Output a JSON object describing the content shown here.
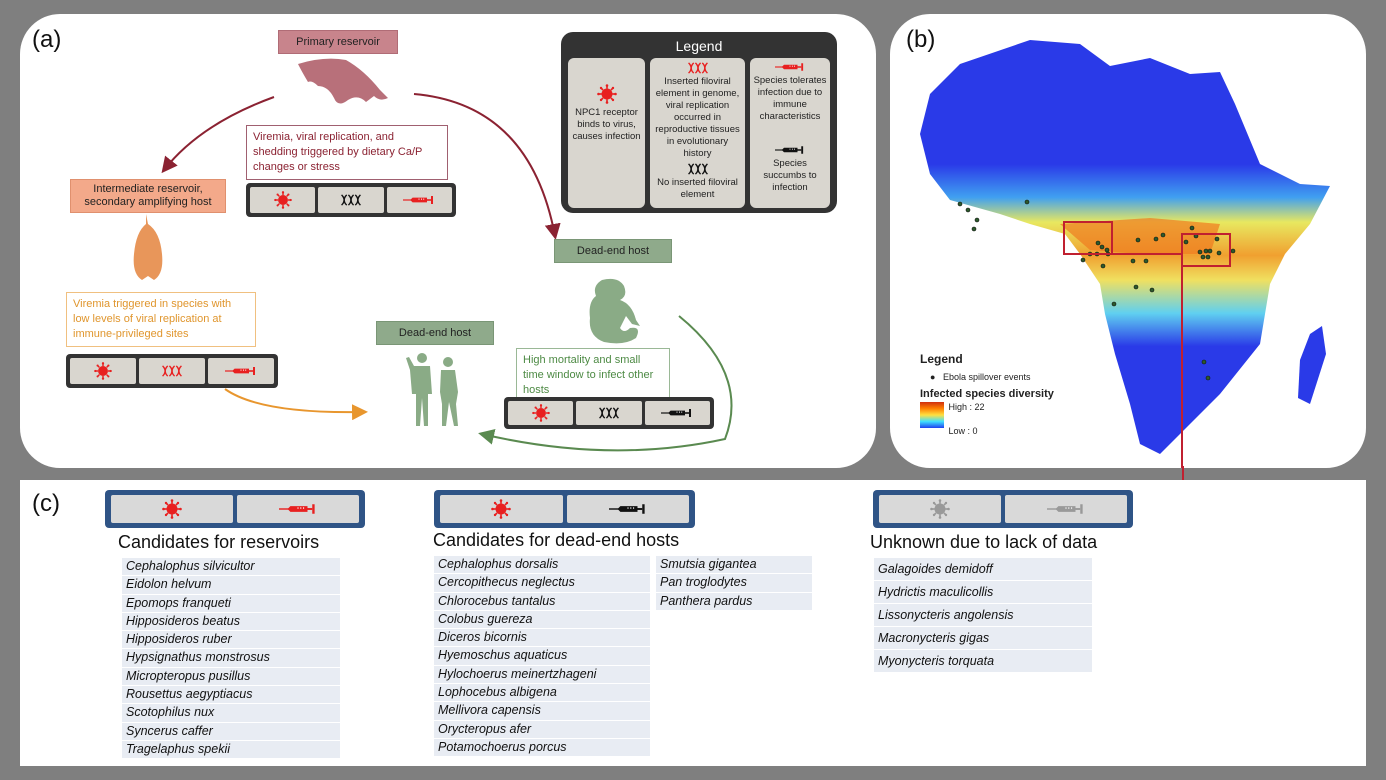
{
  "panel_a": {
    "label": "(a)",
    "primary_reservoir": {
      "caption": "Primary reservoir",
      "note": "Viremia, viral replication, and shedding triggered by dietary Ca/P changes or stress",
      "icons": [
        "virus-icon-red",
        "dna-icon-black",
        "syringe-icon-red"
      ]
    },
    "intermediate_reservoir": {
      "caption": "Intermediate reservoir, secondary amplifying host",
      "note": "Viremia triggered in species with low levels of viral replication at immune-privileged sites",
      "icons": [
        "virus-icon-red",
        "dna-icon-red",
        "syringe-icon-red"
      ]
    },
    "dead_end_primate": {
      "caption": "Dead-end host",
      "note": "High mortality and small time window to infect other hosts",
      "icons": [
        "virus-icon-red",
        "dna-icon-black",
        "syringe-icon-black"
      ]
    },
    "dead_end_human": {
      "caption": "Dead-end host"
    },
    "legend": {
      "title": "Legend",
      "col1": "NPC1 receptor binds to virus, causes infection",
      "col2a": "Inserted filoviral element  in genome, viral replication occurred in reproductive tissues in evolutionary history",
      "col2b": "No inserted filoviral element",
      "col3a": "Species tolerates infection due to immune characteristics",
      "col3b": "Species succumbs to infection"
    },
    "colors": {
      "red": "#8b2232",
      "orange": "#e8962e",
      "green": "#5a8a50",
      "icon_red": "#e82020"
    }
  },
  "panel_b": {
    "label": "(b)",
    "legend_title": "Legend",
    "points_label": "Ebola spillover events",
    "scale_title": "Infected species diversity",
    "scale_high": "High : 22",
    "scale_low": "Low : 0"
  },
  "panel_c": {
    "label": "(c)",
    "groups": [
      {
        "title": "Candidates for reservoirs",
        "icons": [
          "virus-icon-red",
          "syringe-icon-red"
        ],
        "species": [
          "Cephalophus silvicultor",
          "Eidolon helvum",
          "Epomops franqueti",
          "Hipposideros beatus",
          "Hipposideros ruber",
          "Hypsignathus monstrosus",
          "Micropteropus pusillus",
          "Rousettus aegyptiacus",
          "Scotophilus nux",
          "Syncerus caffer",
          "Tragelaphus spekii"
        ]
      },
      {
        "title": "Candidates for dead-end hosts",
        "icons": [
          "virus-icon-red",
          "syringe-icon-black"
        ],
        "species": [
          "Cephalophus dorsalis",
          "Cercopithecus neglectus",
          "Chlorocebus tantalus",
          "Colobus guereza",
          "Diceros bicornis",
          "Hyemoschus aquaticus",
          "Hylochoerus meinertzhageni",
          "Lophocebus albigena",
          "Mellivora capensis",
          "Orycteropus afer",
          "Potamochoerus porcus"
        ],
        "species_col2": [
          "Smutsia gigantea",
          "Pan troglodytes",
          "Panthera pardus"
        ]
      },
      {
        "title": "Unknown due to lack of data",
        "icons": [
          "virus-icon-grey",
          "syringe-icon-grey"
        ],
        "species": [
          "Galagoides demidoff",
          "Hydrictis maculicollis",
          "Lissonycteris angolensis",
          "Macronycteris gigas",
          "Myonycteris torquata"
        ]
      }
    ]
  }
}
